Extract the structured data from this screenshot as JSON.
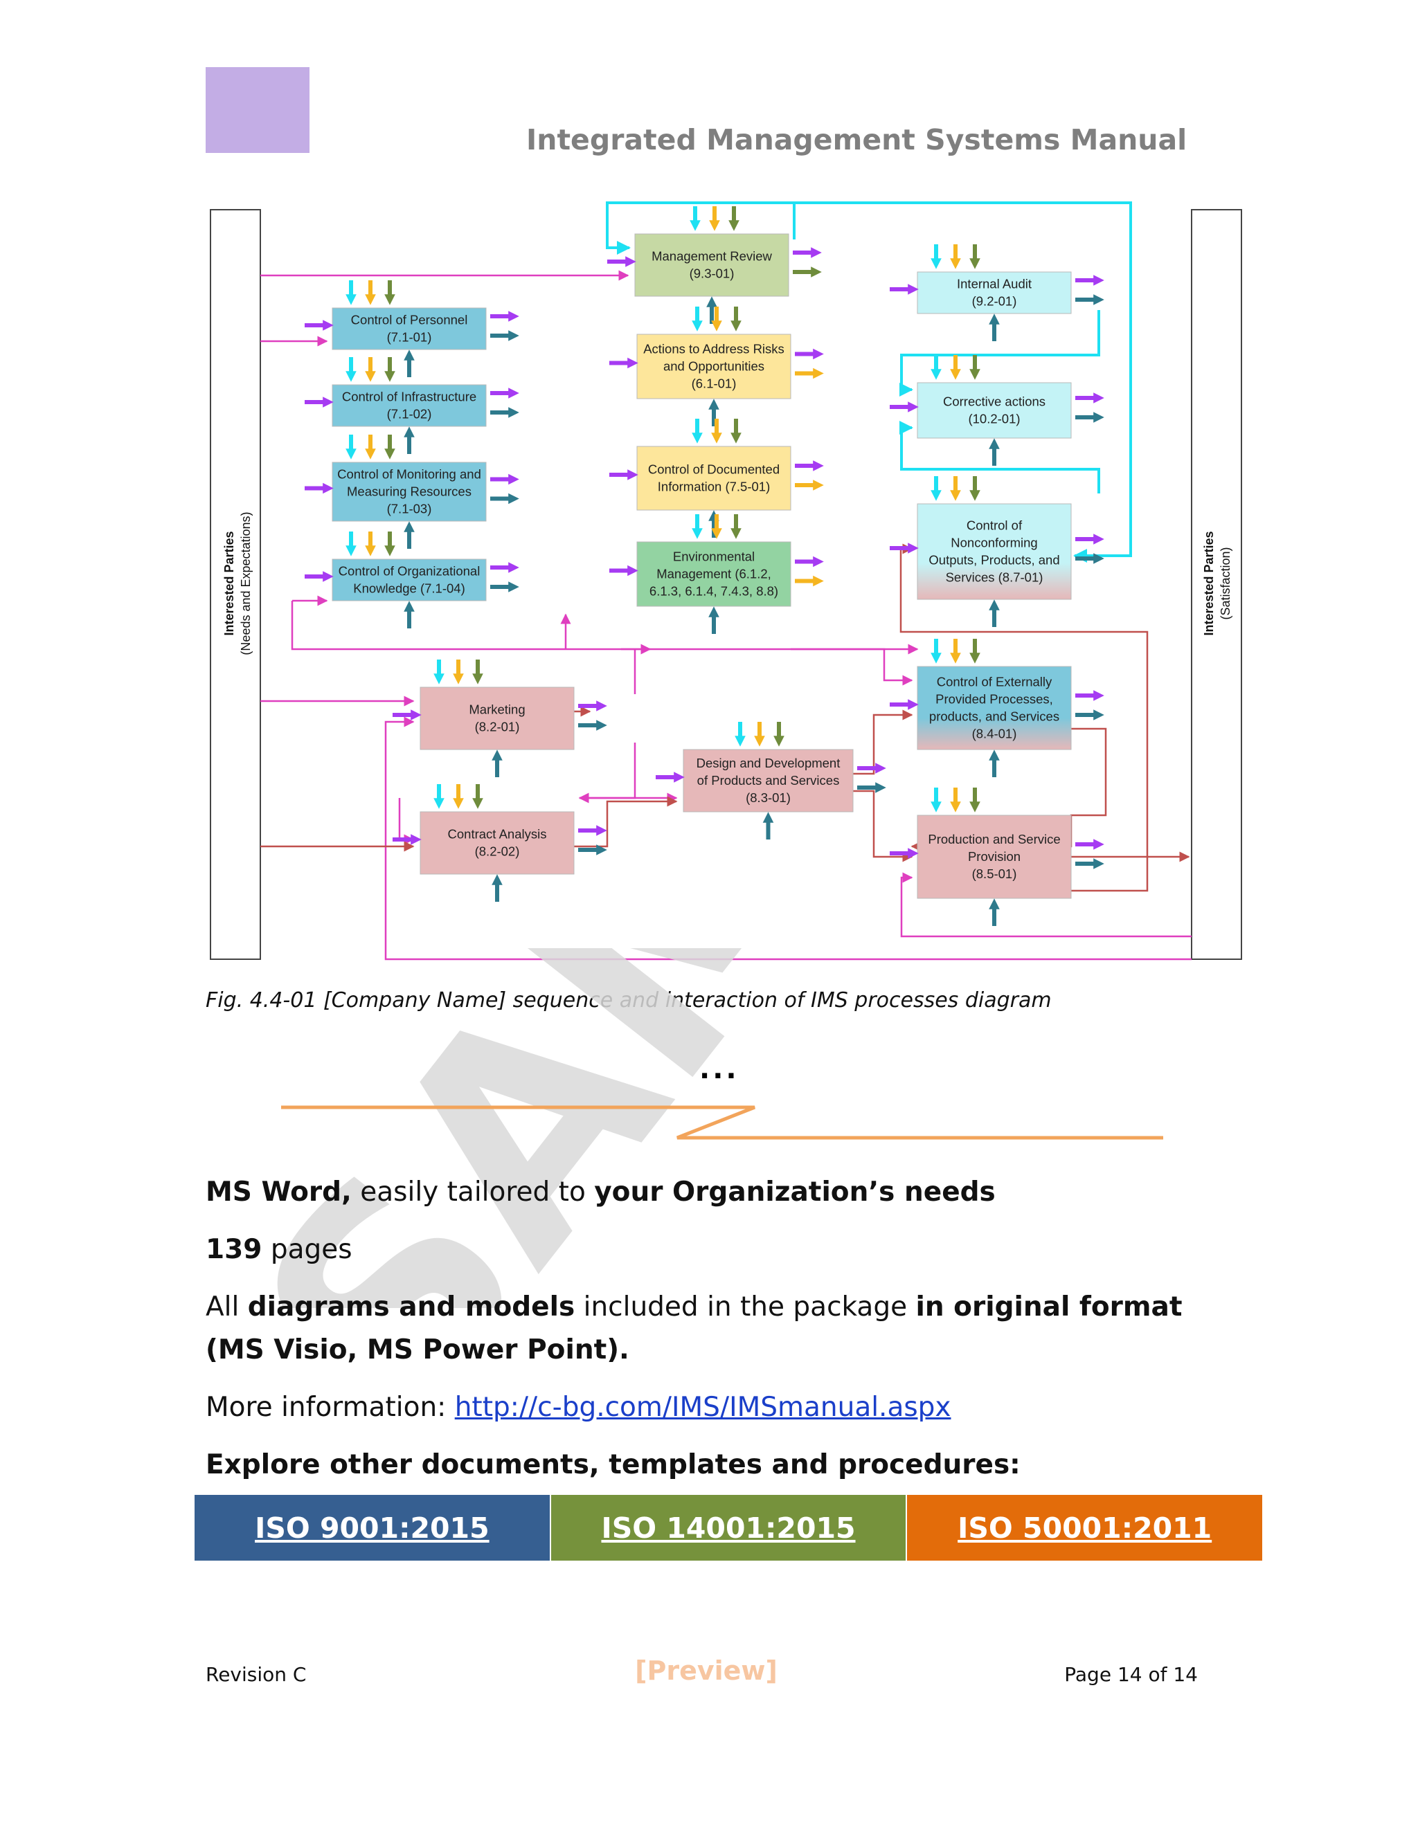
{
  "header": {
    "title": "Integrated Management Systems Manual",
    "logo_color": "#c3ade5"
  },
  "diagram": {
    "left_side": {
      "title": "Interested Parties",
      "subtitle": "(Needs and Expectations)"
    },
    "right_side": {
      "title": "Interested Parties",
      "subtitle": "(Satisfaction)"
    },
    "boxes": [
      {
        "id": "personnel",
        "lines": [
          "Control of Personnel",
          "(7.1-01)"
        ]
      },
      {
        "id": "infrastructure",
        "lines": [
          "Control of Infrastructure",
          "(7.1-02)"
        ]
      },
      {
        "id": "monitoring",
        "lines": [
          "Control of Monitoring and",
          "Measuring Resources",
          "(7.1-03)"
        ]
      },
      {
        "id": "knowledge",
        "lines": [
          "Control of Organizational",
          "Knowledge (7.1-04)"
        ]
      },
      {
        "id": "review",
        "lines": [
          "Management Review",
          "(9.3-01)"
        ]
      },
      {
        "id": "risks",
        "lines": [
          "Actions to Address Risks",
          "and Opportunities",
          "(6.1-01)"
        ]
      },
      {
        "id": "documented",
        "lines": [
          "Control of Documented",
          "Information (7.5-01)"
        ]
      },
      {
        "id": "environmental",
        "lines": [
          "Environmental",
          "Management (6.1.2,",
          "6.1.3, 6.1.4, 7.4.3, 8.8)"
        ]
      },
      {
        "id": "audit",
        "lines": [
          "Internal Audit",
          "(9.2-01)"
        ]
      },
      {
        "id": "corrective",
        "lines": [
          "Corrective actions",
          "(10.2-01)"
        ]
      },
      {
        "id": "nonconforming",
        "lines": [
          "Control of",
          "Nonconforming",
          "Outputs, Products, and",
          "Services (8.7-01)"
        ]
      },
      {
        "id": "marketing",
        "lines": [
          "Marketing",
          "(8.2-01)"
        ]
      },
      {
        "id": "contract",
        "lines": [
          "Contract Analysis",
          "(8.2-02)"
        ]
      },
      {
        "id": "design",
        "lines": [
          "Design and Development",
          "of Products and Services",
          "(8.3-01)"
        ]
      },
      {
        "id": "external",
        "lines": [
          "Control of Externally",
          "Provided Processes,",
          "products, and Services",
          "(8.4-01)"
        ]
      },
      {
        "id": "production",
        "lines": [
          "Production and Service",
          "Provision",
          "(8.5-01)"
        ]
      }
    ],
    "colors": {
      "blue_box": "#7ec8dc",
      "green_box": "#c6d9a4",
      "yellow_box": "#fde69b",
      "env_box": "#93d3a2",
      "cyan_box": "#c4f3f6",
      "pink_box": "#e6b8b9",
      "arrow_cyan": "#1ee0f2",
      "arrow_orange": "#f5b520",
      "arrow_olive": "#6f8c3c",
      "arrow_purple": "#a63bf2",
      "arrow_teal": "#2e7a8c",
      "link_magenta": "#df3fbf",
      "link_red": "#c0504d"
    }
  },
  "caption": "Fig. 4.4-01 [Company Name] sequence and interaction of IMS processes diagram",
  "ellipsis": "...",
  "watermark": {
    "text": "SAMPLE",
    "color": "#d9d9d9"
  },
  "content": {
    "msword_bold1": "MS Word,",
    "msword_text": " easily tailored to ",
    "msword_bold2": "your Organization’s needs",
    "pages_bold": "139",
    "pages_text": " pages",
    "diagrams_text1": "All ",
    "diagrams_bold1": "diagrams and models",
    "diagrams_text2": " included in the package ",
    "diagrams_bold2": "in original format",
    "diagrams_bold3": "(MS Visio, MS Power Point).",
    "more_text": "More information: ",
    "more_link": "http://c-bg.com/IMS/IMSmanual.aspx",
    "explore": "Explore other documents, templates and procedures:"
  },
  "iso_links": [
    {
      "label": "ISO 9001:2015",
      "color": "#365f91"
    },
    {
      "label": "ISO 14001:2015",
      "color": "#76923c"
    },
    {
      "label": "ISO 50001:2011",
      "color": "#e36c0a"
    }
  ],
  "footer": {
    "revision": "Revision C",
    "preview": "[Preview]",
    "page": "Page 14 of 14"
  }
}
